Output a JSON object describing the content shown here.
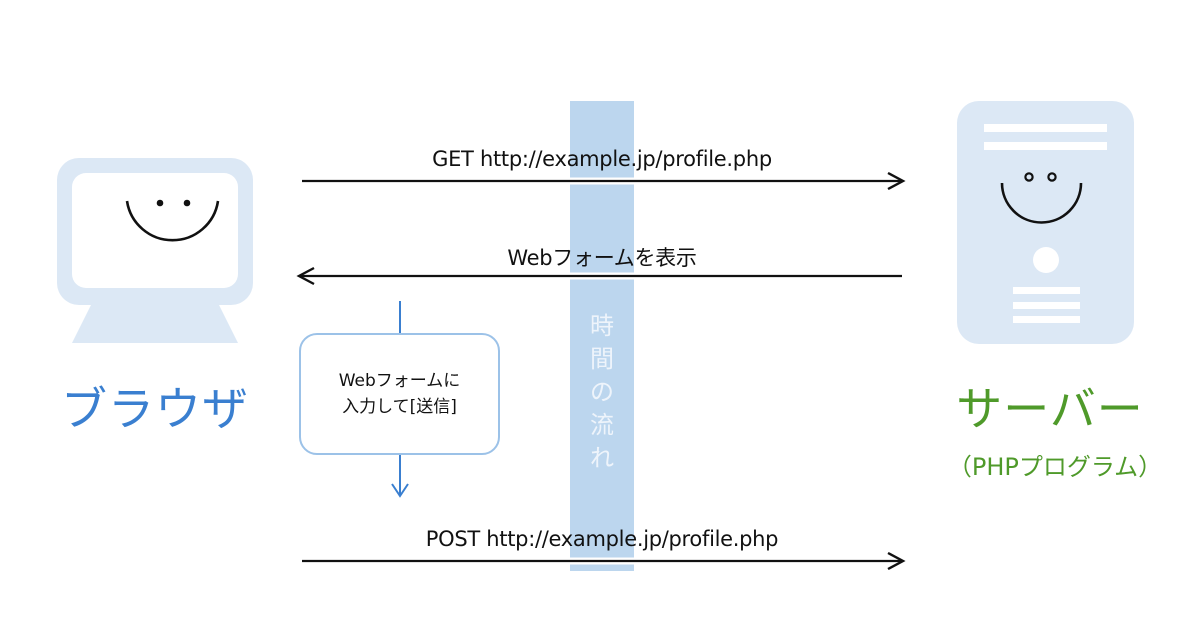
{
  "diagram": {
    "title": "",
    "colors": {
      "icon_fill": "#dce8f5",
      "timeline_bar": "#bcd6ee",
      "browser_label": "#3a7fd0",
      "server_label": "#4f9a2a",
      "note_border": "#9cc2e8",
      "note_arrow": "#3a7fd0",
      "arrow": "#111111"
    },
    "actors": {
      "browser": {
        "label": "ブラウザ",
        "icon": "monitor-smiley-icon"
      },
      "server": {
        "label": "サーバー",
        "sublabel": "（PHPプログラム）",
        "icon": "server-smiley-icon"
      }
    },
    "timeline": {
      "label_chars": [
        "時",
        "間",
        "の",
        "流",
        "れ"
      ],
      "label": "時間の流れ"
    },
    "messages": [
      {
        "text": "GET http://example.jp/profile.php",
        "direction": "browser-to-server"
      },
      {
        "text": "Webフォームを表示",
        "direction": "server-to-browser"
      },
      {
        "text": "POST http://example.jp/profile.php",
        "direction": "browser-to-server"
      }
    ],
    "note": {
      "line1": "Webフォームに",
      "line2": "入力して[送信]"
    }
  }
}
